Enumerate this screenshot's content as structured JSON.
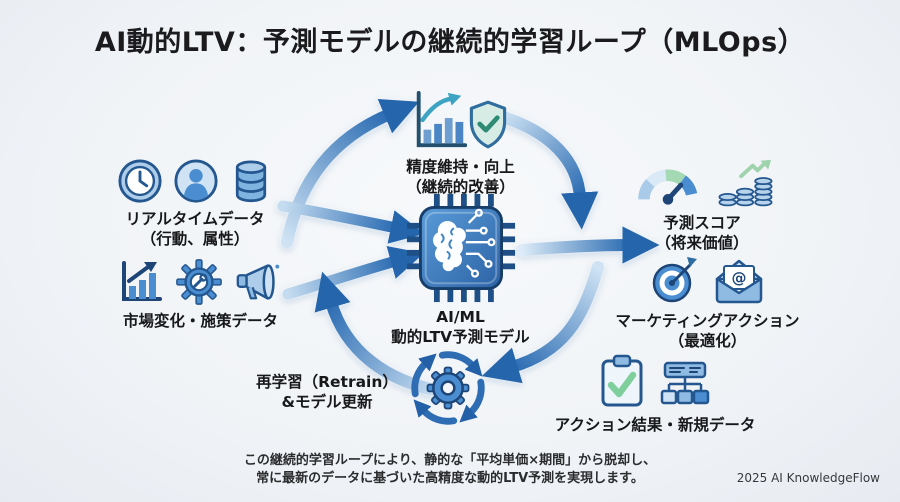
{
  "title": "AI動的LTV：予測モデルの継続的学習ループ（MLOps）",
  "nodes": {
    "accuracy": {
      "line1": "精度維持・向上",
      "line2": "（継続的改善）"
    },
    "realtime": {
      "line1": "リアルタイムデータ",
      "line2": "（行動、属性）"
    },
    "market": {
      "line1": "市場変化・施策データ"
    },
    "model": {
      "line1": "AI/ML",
      "line2": "動的LTV予測モデル"
    },
    "score": {
      "line1": "予測スコア",
      "line2": "（将来価値）"
    },
    "marketing": {
      "line1": "マーケティングアクション",
      "line2": "（最適化）"
    },
    "results": {
      "line1": "アクション結果・新規データ"
    },
    "retrain": {
      "line1": "再学習（Retrain）",
      "line2": "&モデル更新"
    }
  },
  "footer": {
    "line1": "この継続的学習ループにより、静的な「平均単価×期間」から脱却し、",
    "line2": "常に最新のデータに基づいた高精度な動的LTV予測を実現します。",
    "credit": "2025 AI KnowledgeFlow"
  },
  "icons": {
    "at": "@"
  },
  "colors": {
    "arrow": "#2a6bb2",
    "arrow_head": "#2565ac",
    "icon_blue": "#4a8ed1",
    "icon_outline": "#24578f",
    "accent_green": "#8fd0a0",
    "accent_teal": "#3da3c2",
    "background": "#f1f4f7"
  }
}
